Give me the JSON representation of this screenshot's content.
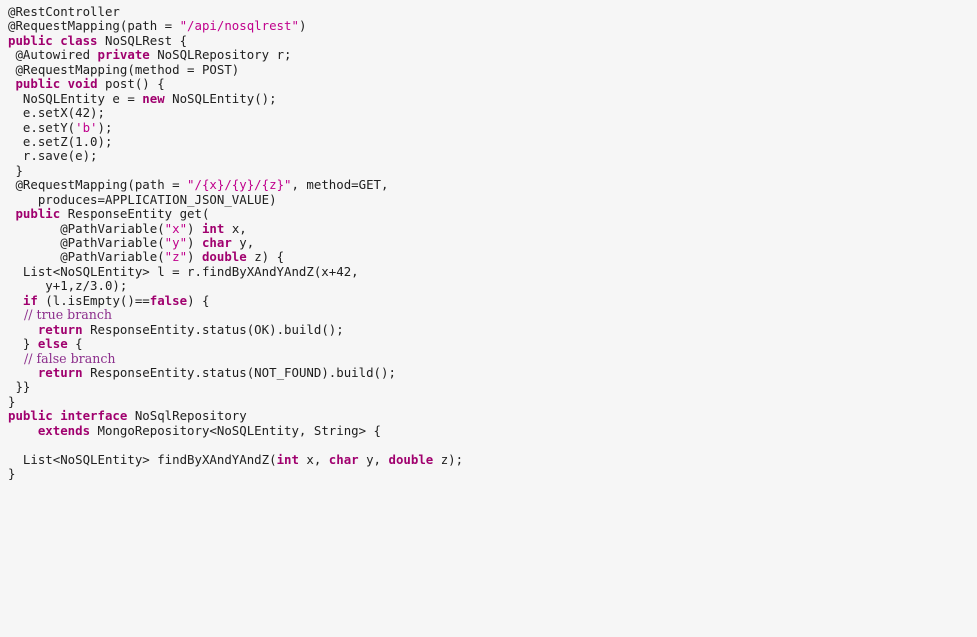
{
  "colors": {
    "background": "#f6f6f6",
    "text": "#202020",
    "keyword": "#a0006e",
    "string": "#c0008c",
    "comment": "#8c2f8c"
  },
  "code_lines": [
    [
      {
        "t": "@RestController",
        "k": "plain"
      }
    ],
    [
      {
        "t": "@RequestMapping(path = ",
        "k": "plain"
      },
      {
        "t": "\"/api/nosqlrest\"",
        "k": "str"
      },
      {
        "t": ")",
        "k": "plain"
      }
    ],
    [
      {
        "t": "public class",
        "k": "kw"
      },
      {
        "t": " NoSQLRest {",
        "k": "plain"
      }
    ],
    [
      {
        "t": " @Autowired ",
        "k": "plain"
      },
      {
        "t": "private",
        "k": "kw"
      },
      {
        "t": " NoSQLRepository r;",
        "k": "plain"
      }
    ],
    [
      {
        "t": " @RequestMapping(method = POST)",
        "k": "plain"
      }
    ],
    [
      {
        "t": " ",
        "k": "plain"
      },
      {
        "t": "public void",
        "k": "kw"
      },
      {
        "t": " post() {",
        "k": "plain"
      }
    ],
    [
      {
        "t": "  NoSQLEntity e = ",
        "k": "plain"
      },
      {
        "t": "new",
        "k": "kw"
      },
      {
        "t": " NoSQLEntity();",
        "k": "plain"
      }
    ],
    [
      {
        "t": "  e.setX(42);",
        "k": "plain"
      }
    ],
    [
      {
        "t": "  e.setY(",
        "k": "plain"
      },
      {
        "t": "'b'",
        "k": "str"
      },
      {
        "t": ");",
        "k": "plain"
      }
    ],
    [
      {
        "t": "  e.setZ(1.0);",
        "k": "plain"
      }
    ],
    [
      {
        "t": "  r.save(e);",
        "k": "plain"
      }
    ],
    [
      {
        "t": " }",
        "k": "plain"
      }
    ],
    [
      {
        "t": " @RequestMapping(path = ",
        "k": "plain"
      },
      {
        "t": "\"/{x}/{y}/{z}\"",
        "k": "str"
      },
      {
        "t": ", method=GET,",
        "k": "plain"
      }
    ],
    [
      {
        "t": "    produces=APPLICATION_JSON_VALUE)",
        "k": "plain"
      }
    ],
    [
      {
        "t": " ",
        "k": "plain"
      },
      {
        "t": "public",
        "k": "kw"
      },
      {
        "t": " ResponseEntity get(",
        "k": "plain"
      }
    ],
    [
      {
        "t": "       @PathVariable(",
        "k": "plain"
      },
      {
        "t": "\"x\"",
        "k": "str"
      },
      {
        "t": ") ",
        "k": "plain"
      },
      {
        "t": "int",
        "k": "kw"
      },
      {
        "t": " x,",
        "k": "plain"
      }
    ],
    [
      {
        "t": "       @PathVariable(",
        "k": "plain"
      },
      {
        "t": "\"y\"",
        "k": "str"
      },
      {
        "t": ") ",
        "k": "plain"
      },
      {
        "t": "char",
        "k": "kw"
      },
      {
        "t": " y,",
        "k": "plain"
      }
    ],
    [
      {
        "t": "       @PathVariable(",
        "k": "plain"
      },
      {
        "t": "\"z\"",
        "k": "str"
      },
      {
        "t": ") ",
        "k": "plain"
      },
      {
        "t": "double",
        "k": "kw"
      },
      {
        "t": " z) {",
        "k": "plain"
      }
    ],
    [
      {
        "t": "  List<NoSQLEntity> l = r.findByXAndYAndZ(x+42,",
        "k": "plain"
      }
    ],
    [
      {
        "t": "     y+1,z/3.0);",
        "k": "plain"
      }
    ],
    [
      {
        "t": "  ",
        "k": "plain"
      },
      {
        "t": "if",
        "k": "kw"
      },
      {
        "t": " (l.isEmpty()==",
        "k": "plain"
      },
      {
        "t": "false",
        "k": "kw"
      },
      {
        "t": ") {",
        "k": "plain"
      }
    ],
    [
      {
        "t": "    // true branch",
        "k": "cm"
      }
    ],
    [
      {
        "t": "    ",
        "k": "plain"
      },
      {
        "t": "return",
        "k": "kw"
      },
      {
        "t": " ResponseEntity.status(OK).build();",
        "k": "plain"
      }
    ],
    [
      {
        "t": "  } ",
        "k": "plain"
      },
      {
        "t": "else",
        "k": "kw"
      },
      {
        "t": " {",
        "k": "plain"
      }
    ],
    [
      {
        "t": "    // false branch",
        "k": "cm"
      }
    ],
    [
      {
        "t": "    ",
        "k": "plain"
      },
      {
        "t": "return",
        "k": "kw"
      },
      {
        "t": " ResponseEntity.status(NOT_FOUND).build();",
        "k": "plain"
      }
    ],
    [
      {
        "t": " }}",
        "k": "plain"
      }
    ],
    [
      {
        "t": "}",
        "k": "plain"
      }
    ],
    [
      {
        "t": "public interface",
        "k": "kw"
      },
      {
        "t": " NoSqlRepository",
        "k": "plain"
      }
    ],
    [
      {
        "t": "    ",
        "k": "plain"
      },
      {
        "t": "extends",
        "k": "kw"
      },
      {
        "t": " MongoRepository<NoSQLEntity, String> {",
        "k": "plain"
      }
    ],
    [
      {
        "t": "",
        "k": "plain"
      }
    ],
    [
      {
        "t": "  List<NoSQLEntity> findByXAndYAndZ(",
        "k": "plain"
      },
      {
        "t": "int",
        "k": "kw"
      },
      {
        "t": " x, ",
        "k": "plain"
      },
      {
        "t": "char",
        "k": "kw"
      },
      {
        "t": " y, ",
        "k": "plain"
      },
      {
        "t": "double",
        "k": "kw"
      },
      {
        "t": " z);",
        "k": "plain"
      }
    ],
    [
      {
        "t": "}",
        "k": "plain"
      }
    ]
  ]
}
